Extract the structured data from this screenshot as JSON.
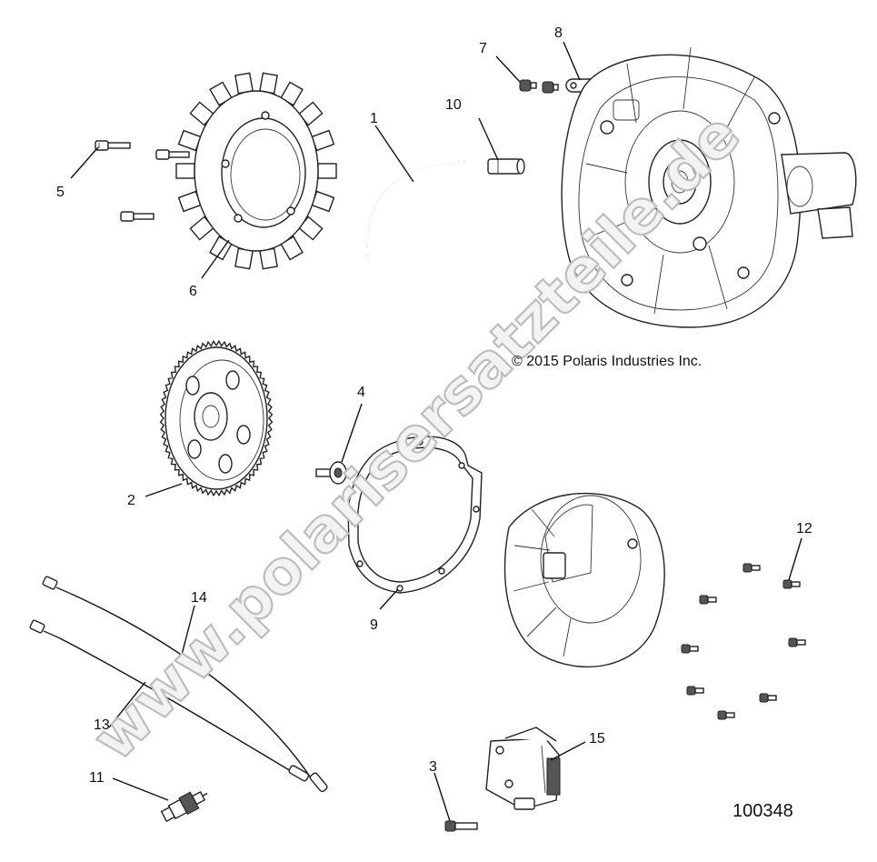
{
  "labels": {
    "l1": "1",
    "l2": "2",
    "l3": "3",
    "l4": "4",
    "l5": "5",
    "l6": "6",
    "l7": "7",
    "l8": "8",
    "l9": "9",
    "l10": "10",
    "l11": "11",
    "l12": "12",
    "l13": "13",
    "l14": "14",
    "l15": "15"
  },
  "copyright": "© 2015 Polaris Industries Inc.",
  "figure_code": "100348",
  "watermark": "www.polarisersatzteile.de"
}
